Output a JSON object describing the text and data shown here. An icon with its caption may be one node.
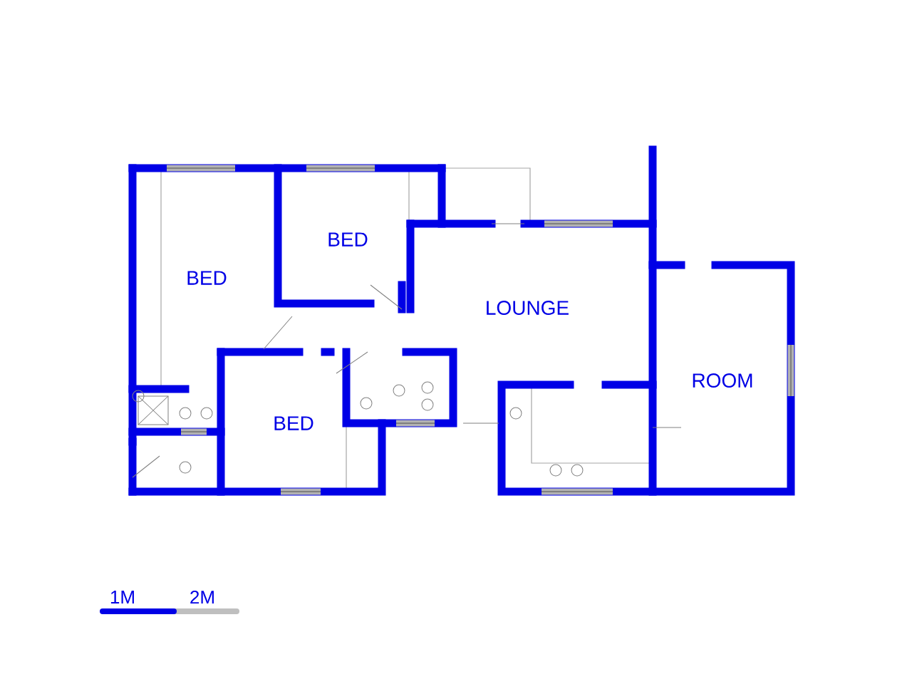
{
  "diagram": {
    "nodes": [
      {
        "text": [
          "BED"
        ]
      },
      {
        "text": [
          "BED"
        ]
      },
      {
        "text": [
          "LOUNGE"
        ]
      },
      {
        "text": [
          "BED"
        ]
      },
      {
        "text": [
          "ROOM"
        ]
      }
    ],
    "labels": [
      "1M",
      "2M"
    ]
  }
}
